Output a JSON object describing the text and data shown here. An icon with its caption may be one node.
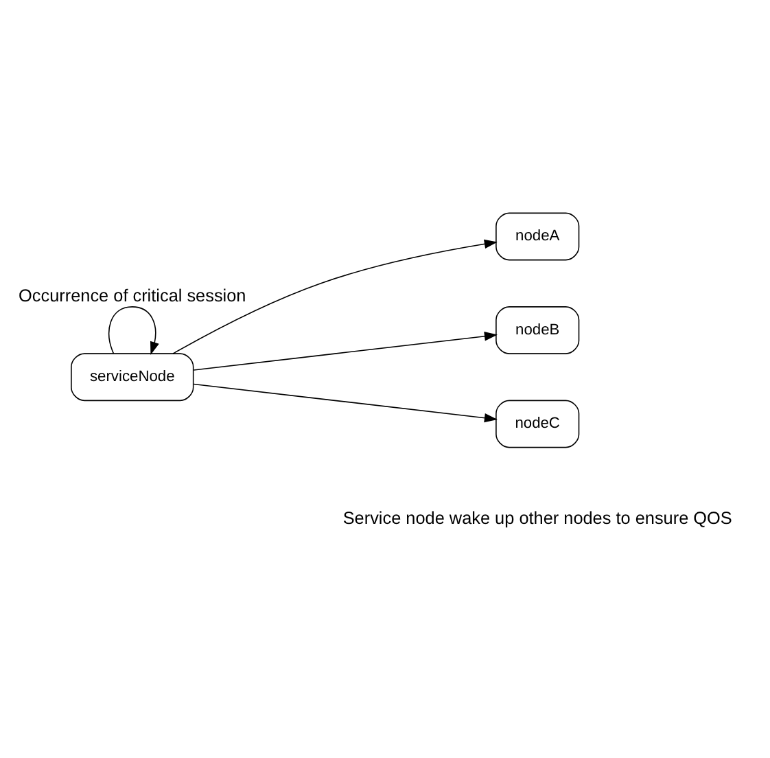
{
  "diagram": {
    "nodes": [
      {
        "text": [
          "serviceNode"
        ]
      },
      {
        "text": [
          "nodeA"
        ]
      },
      {
        "text": [
          "nodeB"
        ]
      },
      {
        "text": [
          "nodeC"
        ]
      }
    ],
    "edges": [
      {
        "from": 0,
        "to": 0,
        "arrow": "to",
        "label": "Occurrence of critical session"
      },
      {
        "from": 0,
        "to": 1,
        "arrow": "to"
      },
      {
        "from": 0,
        "to": 2,
        "arrow": "to"
      },
      {
        "from": 0,
        "to": 3,
        "arrow": "to"
      }
    ],
    "labels": [
      "Service node wake up other nodes to ensure QOS"
    ]
  }
}
